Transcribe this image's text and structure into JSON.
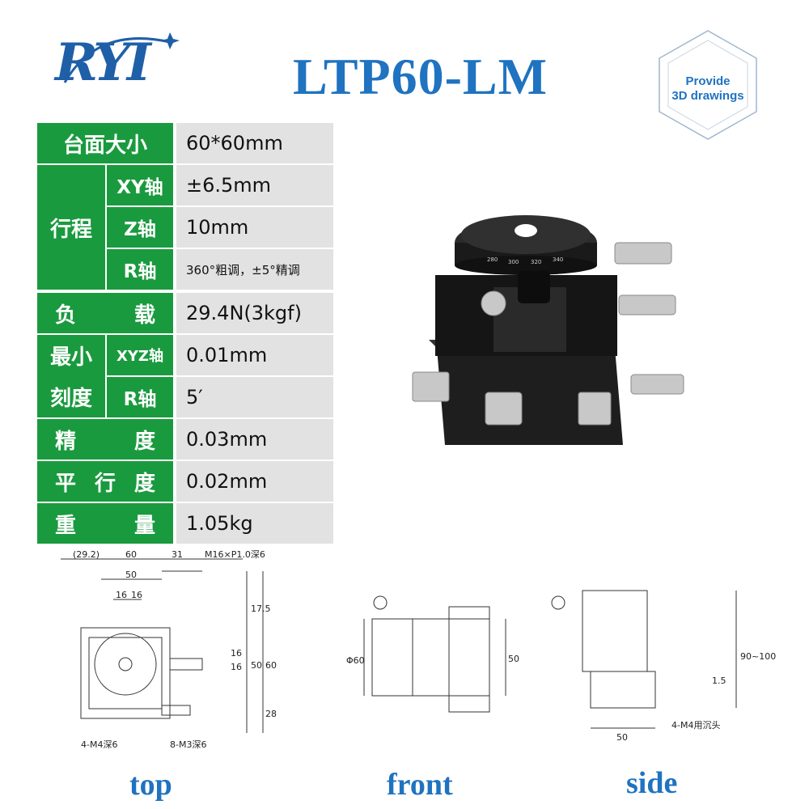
{
  "brand": {
    "logo_text": "RYI"
  },
  "title": "LTP60-LM",
  "badge": {
    "line1": "Provide",
    "line2": "3D drawings"
  },
  "specs": {
    "table_size": {
      "label": "台面大小",
      "value": "60*60mm"
    },
    "travel": {
      "label": "行程",
      "xy": {
        "label": "XY轴",
        "value": "±6.5mm"
      },
      "z": {
        "label": "Z轴",
        "value": "10mm"
      },
      "r": {
        "label": "R轴",
        "value": "360°粗调，±5°精调"
      }
    },
    "load": {
      "label_1": "负",
      "label_2": "载",
      "value": "29.4N(3kgf)"
    },
    "min_scale": {
      "label_1": "最小",
      "label_2": "刻度",
      "xyz": {
        "label": "XYZ轴",
        "value": "0.01mm"
      },
      "r": {
        "label": "R轴",
        "value": "5′"
      }
    },
    "precision": {
      "label_1": "精",
      "label_2": "度",
      "value": "0.03mm"
    },
    "parallelism": {
      "label_1": "平",
      "label_2": "行",
      "label_3": "度",
      "value": "0.02mm"
    },
    "weight": {
      "label_1": "重",
      "label_2": "量",
      "value": "1.05kg"
    }
  },
  "drawings": {
    "top": {
      "caption": "top",
      "dims": [
        "(29.2)",
        "60",
        "31",
        "M16×P1.0深6",
        "50",
        "16",
        "16",
        "17.5",
        "16",
        "16",
        "50",
        "60",
        "28",
        "4-M4深6",
        "8-M3深6"
      ]
    },
    "front": {
      "caption": "front",
      "dims": [
        "Φ60",
        "50"
      ]
    },
    "side": {
      "caption": "side",
      "dims": [
        "90~100",
        "1.5",
        "50",
        "4-M4用沉头"
      ]
    }
  },
  "product_dial_marks": [
    "280",
    "300",
    "320",
    "340"
  ],
  "colors": {
    "label_green": "#1a9a3e",
    "value_gray": "#e2e2e2",
    "title_blue": "#1f73c0"
  }
}
